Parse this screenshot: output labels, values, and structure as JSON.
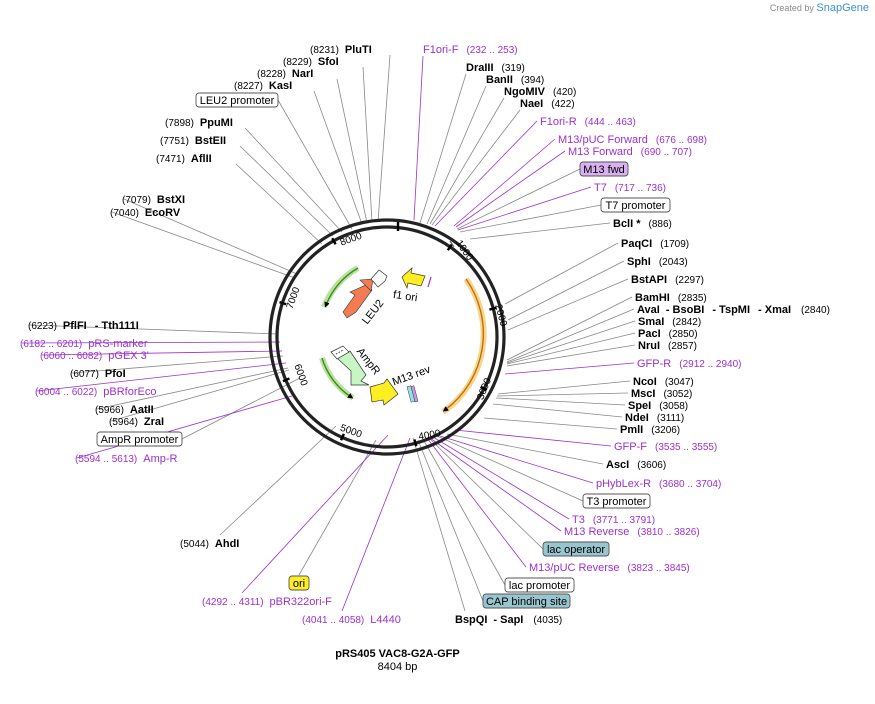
{
  "header": {
    "credit_prefix": "Created by",
    "brand": "SnapGene"
  },
  "plasmid": {
    "name": "pRS405 VAC8-G2A-GFP",
    "size": "8404 bp"
  },
  "colors": {
    "enzyme": "#000000",
    "primer": "#9b30d0",
    "line": "#888888",
    "feature_box_border": "#555555",
    "lac_fill": "#99c5cf",
    "m13fwd_fill": "#d9b0f0",
    "ori_fill": "#ffee22"
  },
  "ticks": [
    "1000",
    "2000",
    "3000",
    "4000",
    "5000",
    "6000",
    "7000",
    "8000"
  ],
  "inner_labels": {
    "f1_ori": "f1 ori",
    "leu2": "LEU2",
    "ampr": "AmpR",
    "m13_rev": "M13 rev"
  },
  "labels": {
    "l1": {
      "pos": "(8231)",
      "name": "PluTI"
    },
    "l2": {
      "pos": "(8229)",
      "name": "SfoI"
    },
    "l3": {
      "pos": "(8228)",
      "name": "NarI"
    },
    "l4": {
      "pos": "(8227)",
      "name": "KasI"
    },
    "l5": {
      "name": "LEU2 promoter"
    },
    "l6": {
      "pos": "(7898)",
      "name": "PpuMI"
    },
    "l7": {
      "pos": "(7751)",
      "name": "BstEII"
    },
    "l8": {
      "pos": "(7471)",
      "name": "AflII"
    },
    "l9": {
      "pos": "(7079)",
      "name": "BstXI"
    },
    "l10": {
      "pos": "(7040)",
      "name": "EcoRV"
    },
    "l11": {
      "pos": "(6223)",
      "name": "PflFI",
      "name2": "- Tth111I"
    },
    "l12": {
      "pos": "(6182 .. 6201)",
      "name": "pRS-marker"
    },
    "l13": {
      "pos": "(6060 .. 6082)",
      "name": "pGEX 3'"
    },
    "l14": {
      "pos": "(6077)",
      "name": "PfoI"
    },
    "l15": {
      "pos": "(6004 .. 6022)",
      "name": "pBRforEco"
    },
    "l16": {
      "pos": "(5966)",
      "name": "AatII"
    },
    "l17": {
      "pos": "(5964)",
      "name": "ZraI"
    },
    "l18": {
      "name": "AmpR promoter"
    },
    "l19": {
      "pos": "(5594 .. 5613)",
      "name": "Amp-R"
    },
    "l20": {
      "pos": "(5044)",
      "name": "AhdI"
    },
    "l21": {
      "name": "ori"
    },
    "l22": {
      "pos": "(4292 .. 4311)",
      "name": "pBR322ori-F"
    },
    "l23": {
      "pos": "(4041 .. 4058)",
      "name": "L4440"
    },
    "l24": {
      "name": "BspQI",
      "name2": "- SapI",
      "pos": "(4035)"
    },
    "r1": {
      "name": "F1ori-F",
      "pos": "(232 .. 253)"
    },
    "r2": {
      "name": "DraIII",
      "pos": "(319)"
    },
    "r3": {
      "name": "BanII",
      "pos": "(394)"
    },
    "r4": {
      "name": "NgoMIV",
      "pos": "(420)"
    },
    "r5": {
      "name": "NaeI",
      "pos": "(422)"
    },
    "r6": {
      "name": "F1ori-R",
      "pos": "(444 .. 463)"
    },
    "r7": {
      "name": "M13/pUC Forward",
      "pos": "(676 .. 698)"
    },
    "r8": {
      "name": "M13 Forward",
      "pos": "(690 .. 707)"
    },
    "r9": {
      "name": "M13 fwd"
    },
    "r10": {
      "name": "T7",
      "pos": "(717 .. 736)"
    },
    "r11": {
      "name": "T7 promoter"
    },
    "r12": {
      "name": "BclI *",
      "pos": "(886)"
    },
    "r13": {
      "name": "PaqCI",
      "pos": "(1709)"
    },
    "r14": {
      "name": "SphI",
      "pos": "(2043)"
    },
    "r15": {
      "name": "BstAPI",
      "pos": "(2297)"
    },
    "r16": {
      "name": "BamHI",
      "pos": "(2835)"
    },
    "r17": {
      "name": "AvaI",
      "name2": "- BsoBI",
      "name3": "- TspMI",
      "name4": "- XmaI",
      "pos": "(2840)"
    },
    "r18": {
      "name": "SmaI",
      "pos": "(2842)"
    },
    "r19": {
      "name": "PacI",
      "pos": "(2850)"
    },
    "r20": {
      "name": "NruI",
      "pos": "(2857)"
    },
    "r21": {
      "name": "GFP-R",
      "pos": "(2912 .. 2940)"
    },
    "r22": {
      "name": "NcoI",
      "pos": "(3047)"
    },
    "r23": {
      "name": "MscI",
      "pos": "(3052)"
    },
    "r24": {
      "name": "SpeI",
      "pos": "(3058)"
    },
    "r25": {
      "name": "NdeI",
      "pos": "(3111)"
    },
    "r26": {
      "name": "PmlI",
      "pos": "(3206)"
    },
    "r27": {
      "name": "GFP-F",
      "pos": "(3535 .. 3555)"
    },
    "r28": {
      "name": "AscI",
      "pos": "(3606)"
    },
    "r29": {
      "name": "pHybLex-R",
      "pos": "(3680 .. 3704)"
    },
    "r30": {
      "name": "T3 promoter"
    },
    "r31": {
      "name": "T3",
      "pos": "(3771 .. 3791)"
    },
    "r32": {
      "name": "M13 Reverse",
      "pos": "(3810 .. 3826)"
    },
    "r33": {
      "name": "lac operator"
    },
    "r34": {
      "name": "M13/pUC Reverse",
      "pos": "(3823 .. 3845)"
    },
    "r35": {
      "name": "lac promoter"
    },
    "r36": {
      "name": "CAP binding site"
    }
  }
}
